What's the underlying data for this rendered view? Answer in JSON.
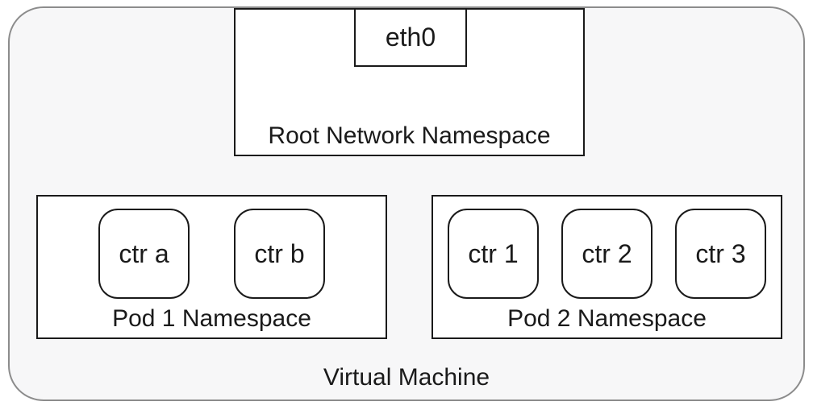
{
  "vm": {
    "label": "Virtual Machine"
  },
  "root_namespace": {
    "label": "Root Network Namespace",
    "eth0_label": "eth0"
  },
  "pod1": {
    "label": "Pod 1 Namespace",
    "containers": [
      "ctr a",
      "ctr b"
    ]
  },
  "pod2": {
    "label": "Pod 2 Namespace",
    "containers": [
      "ctr 1",
      "ctr 2",
      "ctr 3"
    ]
  },
  "colors": {
    "vm_fill": "#f7f7f8",
    "vm_border": "#8c8c8c",
    "box_border": "#1a1a1a",
    "box_fill": "#ffffff",
    "text": "#1a1a1a"
  }
}
